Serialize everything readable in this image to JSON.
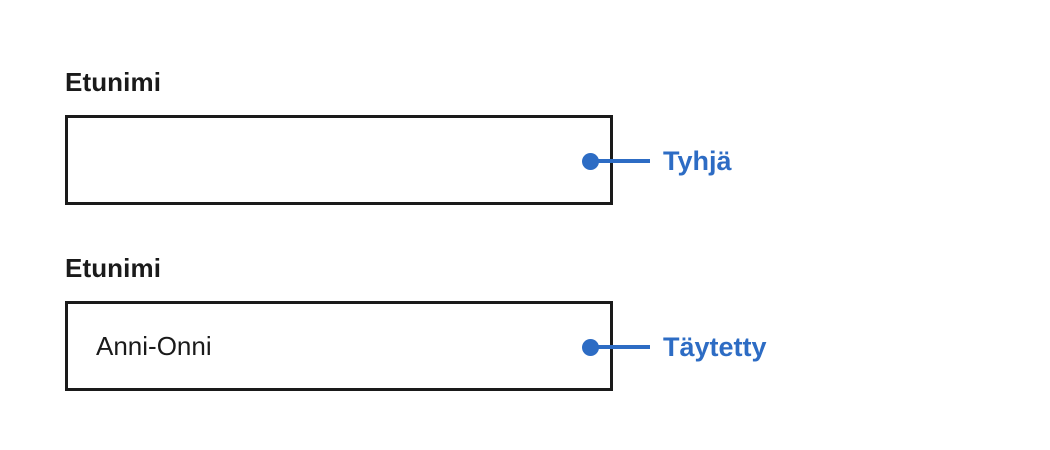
{
  "fields": [
    {
      "id": "empty",
      "label": "Etunimi",
      "value": "",
      "annotation": "Tyhjä"
    },
    {
      "id": "filled",
      "label": "Etunimi",
      "value": "Anni-Onni",
      "annotation": "Täytetty"
    }
  ],
  "colors": {
    "background": "#ffffff",
    "text": "#1a1a1a",
    "border": "#1a1a1a",
    "accent": "#2d6cc4"
  }
}
